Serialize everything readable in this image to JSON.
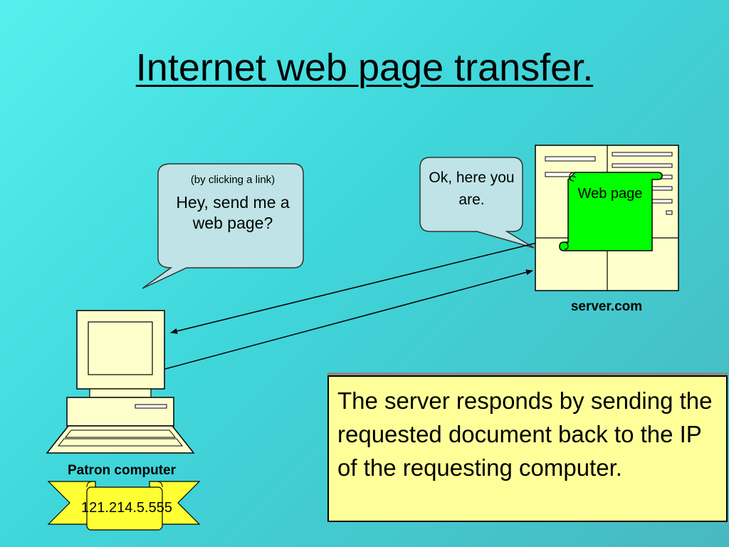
{
  "title": "Internet web page transfer.",
  "bubble_request": {
    "small": "(by clicking a link)",
    "main": "Hey, send me a web page?"
  },
  "bubble_response": {
    "main": "Ok, here you are."
  },
  "webpage_scroll": {
    "label": "Web page"
  },
  "server": {
    "label": "server.com"
  },
  "patron": {
    "label": "Patron computer",
    "ip": "121.214.5.555"
  },
  "note": {
    "text": "The server responds by sending the requested document back to the IP of the requesting computer."
  },
  "colors": {
    "background": "#55f0ee",
    "bubble_fill": "#bfe3e6",
    "scroll_fill": "#00ff00",
    "banner_fill": "#ffff33",
    "note_fill": "#ffff9a",
    "device_fill": "#ffffcc"
  },
  "icons": [
    "speech-bubble",
    "server-building",
    "web-page-scroll",
    "computer",
    "keyboard",
    "ip-banner",
    "arrow"
  ]
}
